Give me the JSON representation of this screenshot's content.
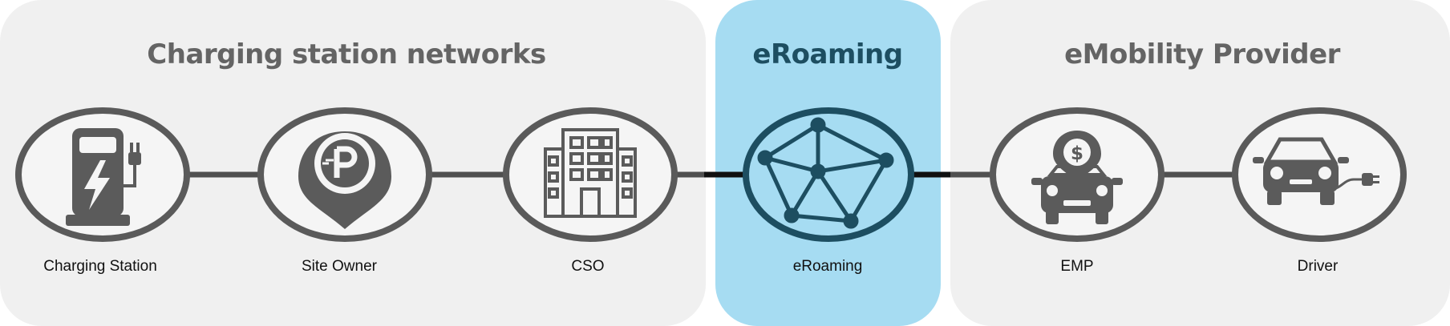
{
  "groups": [
    {
      "id": "csn",
      "title": "Charging station networks",
      "color": "#646464"
    },
    {
      "id": "ero",
      "title": "eRoaming",
      "color": "#1d4e61"
    },
    {
      "id": "emp",
      "title": "eMobility Provider",
      "color": "#646464"
    }
  ],
  "nodes": [
    {
      "id": "charging-station",
      "label": "Charging Station",
      "icon": "charging-station-icon"
    },
    {
      "id": "site-owner",
      "label": "Site Owner",
      "icon": "parking-pin-icon"
    },
    {
      "id": "cso",
      "label": "CSO",
      "icon": "office-building-icon"
    },
    {
      "id": "eroaming",
      "label": "eRoaming",
      "icon": "network-icon"
    },
    {
      "id": "emp",
      "label": "EMP",
      "icon": "car-with-dollar-pin-icon"
    },
    {
      "id": "driver",
      "label": "Driver",
      "icon": "electric-car-icon"
    }
  ],
  "colors": {
    "node_stroke": "#5a5a5a",
    "node_stroke_highlight": "#1d4e61",
    "icon": "#5b5b5b",
    "group_panel": "#f0f0f0",
    "highlight_panel": "#a6dcf2"
  }
}
